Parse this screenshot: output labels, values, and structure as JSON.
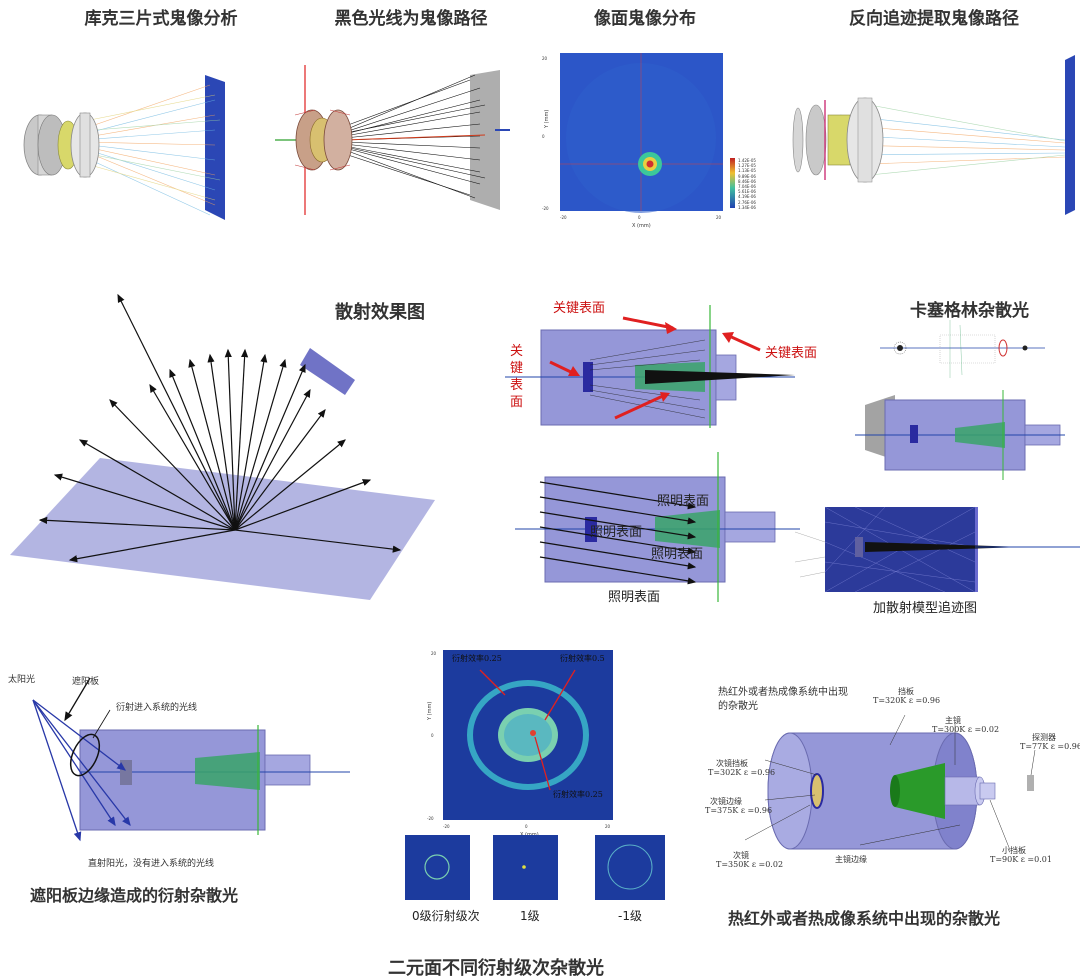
{
  "row1": {
    "t1": "库克三片式鬼像分析",
    "t2": "黑色光线为鬼像路径",
    "t3": "像面鬼像分布",
    "t4": "反向追迹提取鬼像路径"
  },
  "row2": {
    "scatter_title": "散射效果图",
    "carsegrin_title": "卡塞格林杂散光",
    "key_surface_1": "关键表面",
    "key_surface_2": "关键表面",
    "key_surface_v": "关键表面",
    "illum_1": "照明表面",
    "illum_2": "照明表面",
    "illum_3": "照明表面",
    "illum_4": "照明表面",
    "scatter_model": "加散射模型追迹图"
  },
  "row3": {
    "sunshade_title": "遮阳板边缘造成的衍射杂散光",
    "sun_light": "太阳光",
    "sunshade": "遮阳板",
    "diffract_in": "衍射进入系统的光线",
    "direct_sun": "直射阳光，没有进入系统的光线",
    "eff_025a": "衍射效率0.25",
    "eff_05": "衍射效率0.5",
    "eff_025b": "衍射效率0.25",
    "order0": "0级衍射级次",
    "order1": "1级",
    "order_m1": "-1级",
    "binary_title": "二元面不同衍射级次杂散光",
    "thermal_title": "热红外或者热成像系统中出现的杂散光",
    "thermal_note_1": "热红外或者热成像系统中出现",
    "thermal_note_2": "的杂散光",
    "lbl_baffle": "挡板",
    "lbl_baffle_t": "T=320K ε =0.96",
    "lbl_primary": "主镜",
    "lbl_primary_t": "T=300K ε =0.02",
    "lbl_detector": "探测器",
    "lbl_detector_t": "T=77K ε =0.96",
    "lbl_sec_baffle": "次镜挡板",
    "lbl_sec_baffle_t": "T=302K ε =0.96",
    "lbl_sec_edge": "次镜边缘",
    "lbl_sec_edge_t": "T=375K ε =0.96",
    "lbl_secondary": "次镜",
    "lbl_secondary_t": "T=350K ε =0.02",
    "lbl_primary_edge": "主镜边缘",
    "lbl_small_baffle": "小挡板",
    "lbl_small_baffle_t": "T=90K ε =0.01"
  },
  "ghost_plot": {
    "xlabel": "X (mm)",
    "ylabel": "Y (mm)",
    "legend": [
      "1.42E-05",
      "1.27E-05",
      "1.13E-05",
      "9.89E-06",
      "8.46E-06",
      "7.04E-06",
      "5.61E-06",
      "4.19E-06",
      "2.76E-06",
      "1.34E-06"
    ]
  },
  "diff_plot": {
    "xlabel": "X (mm)",
    "ylabel": "Y (mm)"
  },
  "colors": {
    "blue_plane": "#9b9dd8",
    "tube": "#8e8fd6",
    "green": "#2e9a5a",
    "field": "#1c3b9e"
  }
}
